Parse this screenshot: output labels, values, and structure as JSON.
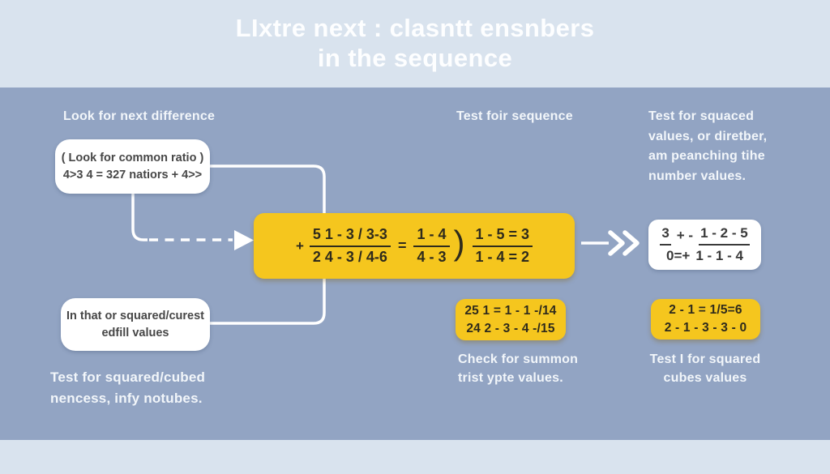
{
  "title": {
    "line1": "LIxtre next : clasntt ensnbers",
    "line2": "in the sequence"
  },
  "colors": {
    "header_bg": "#d9e3ee",
    "footer_bg": "#d9e3ee",
    "main_bg": "#92a4c3",
    "accent_yellow": "#f5c61e",
    "box_white": "#ffffff",
    "connector": "#ffffff",
    "label_text": "#f2f6fa",
    "math_text": "#2f2b1c"
  },
  "labels": {
    "top_left": "Look for next difference",
    "top_middle": "Test foir sequence",
    "top_right": [
      "Test for squaced",
      "values, or diretber,",
      "am peanching tihe",
      "number values."
    ],
    "bottom_left": [
      "Test for squared/cubed",
      "nencess, infy notubes."
    ],
    "bottom_middle": [
      "Check for summon",
      "trist ypte values."
    ],
    "bottom_right": [
      "Test I for squared",
      "cubes values"
    ]
  },
  "boxes": {
    "ratio_box": {
      "line1": "( Look for common ratio )",
      "line2": "4>3 4 = 327 natiors + 4>>"
    },
    "squared_box": {
      "line1": "In that or squared/curest",
      "line2": "edfill values"
    },
    "main_formula": {
      "plus": "+",
      "frac1_num": "5 1 - 3 / 3-3",
      "frac1_den": "2 4 - 3 / 4-6",
      "equals": "=",
      "frac2_num": "1 - 4",
      "frac2_den": "4 - 3",
      "paren": ")",
      "frac3_num": "1 - 5 = 3",
      "frac3_den": "1 - 4 = 2"
    },
    "result_fraction": {
      "num_left": "3",
      "num_mid": "+ -",
      "num_right": "1 - 2 - 5",
      "den_left": "0=+",
      "den_right": "1 - 1 - 4"
    },
    "check_box": {
      "line1": "25 1 = 1 - 1 -/14",
      "line2": "24 2 - 3 - 4 -/15"
    },
    "squares_box": {
      "line1": "2 - 1 = 1/5=6",
      "line2": "2 - 1 - 3 - 3 - 0"
    }
  }
}
